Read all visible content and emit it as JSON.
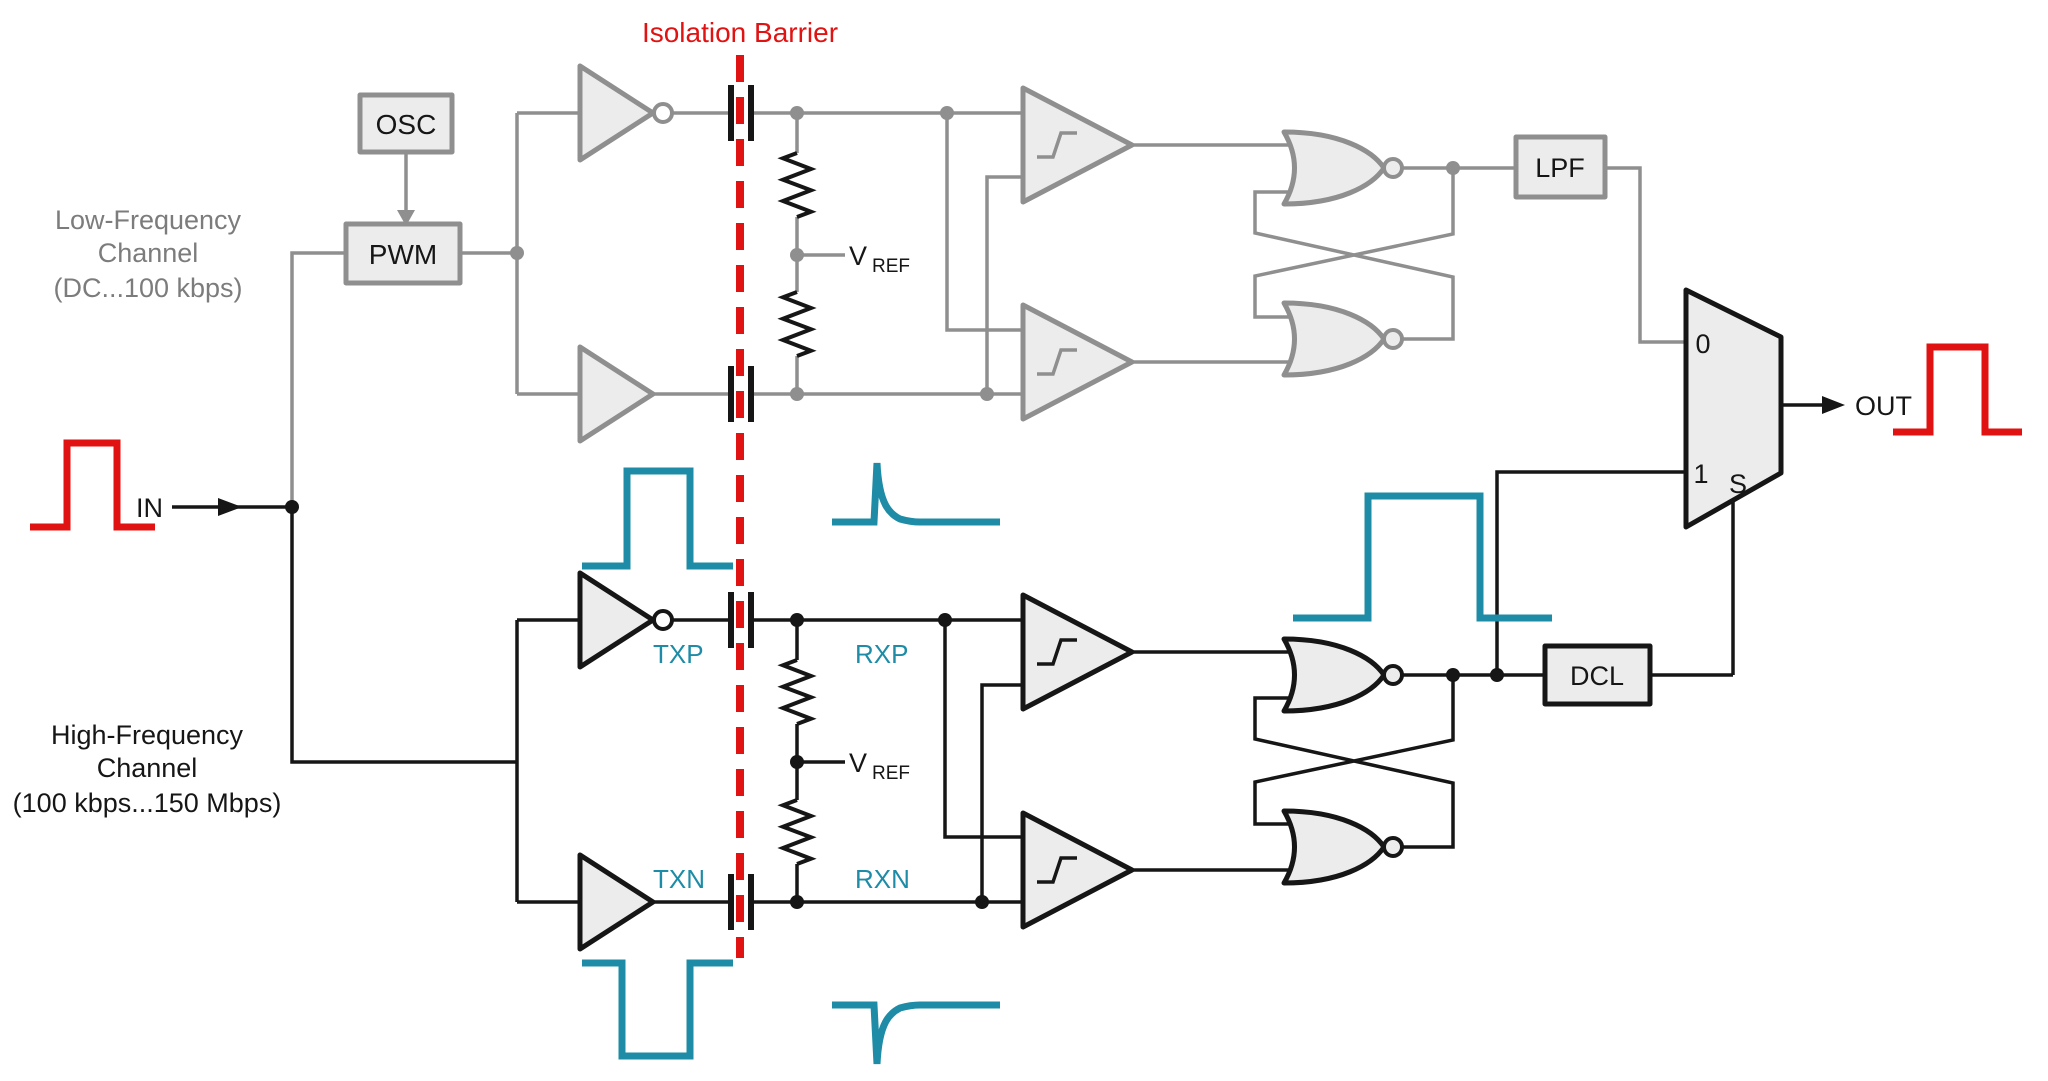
{
  "barrier": {
    "label": "Isolation Barrier"
  },
  "io": {
    "in_label": "IN",
    "out_label": "OUT"
  },
  "low_channel": {
    "name_line1": "Low-Frequency",
    "name_line2": "Channel",
    "name_line3": "(DC...100 kbps)",
    "osc": "OSC",
    "pwm": "PWM",
    "lpf": "LPF",
    "vref_main": "V",
    "vref_sub": "REF"
  },
  "high_channel": {
    "name_line1": "High-Frequency",
    "name_line2": "Channel",
    "name_line3": "(100 kbps...150 Mbps)",
    "txp": "TXP",
    "rxp": "RXP",
    "txn": "TXN",
    "rxn": "RXN",
    "dcl": "DCL",
    "vref_main": "V",
    "vref_sub": "REF"
  },
  "mux": {
    "input0": "0",
    "input1": "1",
    "select": "S"
  },
  "colors": {
    "red": "#e01212",
    "teal": "#1e8ca6",
    "gray_wire": "#8f8f8f",
    "gray_text": "#7c7c7c",
    "black": "#161616",
    "component_fill": "#ececec"
  }
}
